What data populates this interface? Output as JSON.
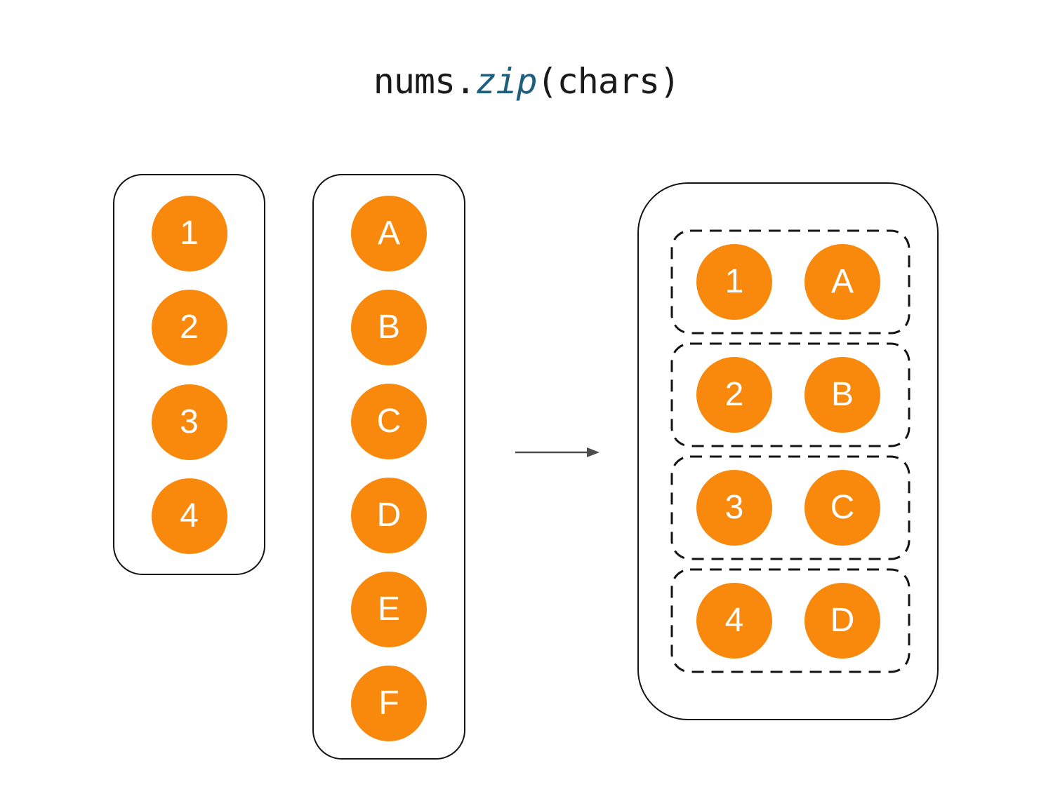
{
  "title": {
    "receiver": "nums.",
    "method": "zip",
    "args": "(chars)"
  },
  "colors": {
    "circle_fill": "#F8890D",
    "circle_text": "#FFFFFF",
    "code_color": "#1A1A1A",
    "method_color": "#1E5F7E",
    "border_color": "#141414",
    "arrow_color": "#4D4D4D",
    "bg": "#FFFFFF"
  },
  "lists": {
    "nums": {
      "items": [
        "1",
        "2",
        "3",
        "4"
      ]
    },
    "chars": {
      "items": [
        "A",
        "B",
        "C",
        "D",
        "E",
        "F"
      ]
    }
  },
  "result": {
    "pairs": [
      [
        "1",
        "A"
      ],
      [
        "2",
        "B"
      ],
      [
        "3",
        "C"
      ],
      [
        "4",
        "D"
      ]
    ]
  }
}
